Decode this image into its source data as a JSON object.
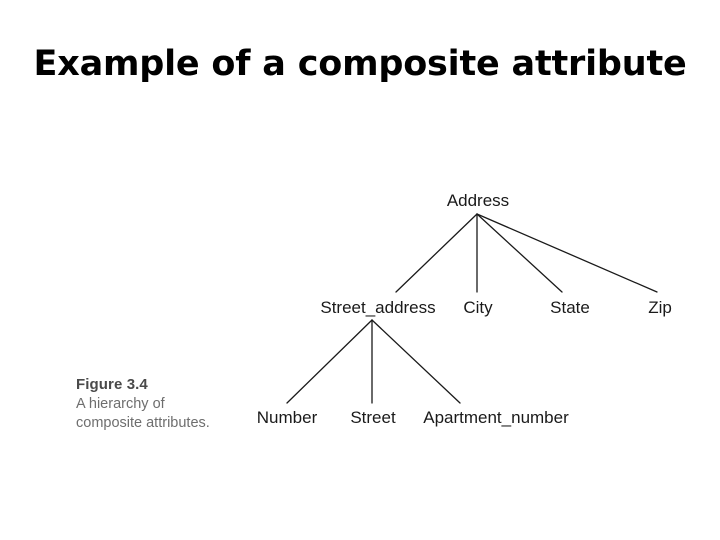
{
  "slide": {
    "title": "Example of a composite attribute",
    "background_color": "#ffffff",
    "text_color": "#000000"
  },
  "figure": {
    "caption_title": "Figure 3.4",
    "caption_line1": "A hierarchy of",
    "caption_line2": "composite attributes.",
    "caption_color": "#6e6e6e",
    "line_color": "#1a1a1a"
  },
  "tree": {
    "root": {
      "label": "Address"
    },
    "level2": [
      {
        "label": "Street_address"
      },
      {
        "label": "City"
      },
      {
        "label": "State"
      },
      {
        "label": "Zip"
      }
    ],
    "level3": [
      {
        "label": "Number"
      },
      {
        "label": "Street"
      },
      {
        "label": "Apartment_number"
      }
    ]
  }
}
